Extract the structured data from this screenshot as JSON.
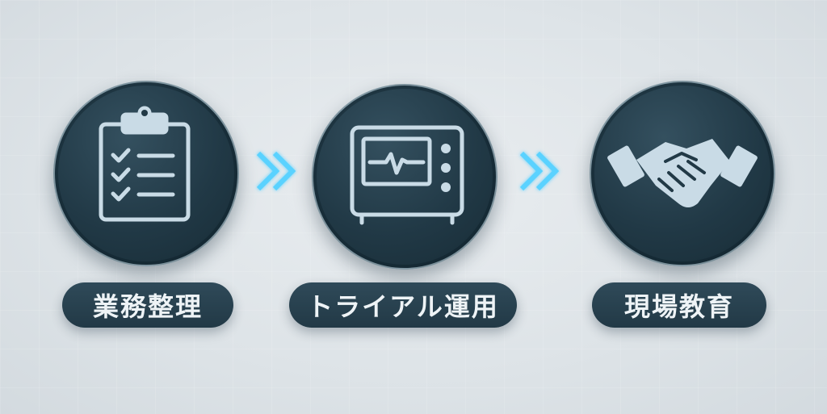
{
  "steps": [
    {
      "label": "業務整理",
      "icon": "clipboard-checklist-icon"
    },
    {
      "label": "トライアル運用",
      "icon": "monitor-device-icon"
    },
    {
      "label": "現場教育",
      "icon": "handshake-icon"
    }
  ],
  "colors": {
    "circle": "#213946",
    "icon": "#c9dbe6",
    "arrow_glow": "#5ad2ff",
    "pill": "#2a4351",
    "pill_text": "#eef3f6",
    "background": "#e3e8eb"
  }
}
